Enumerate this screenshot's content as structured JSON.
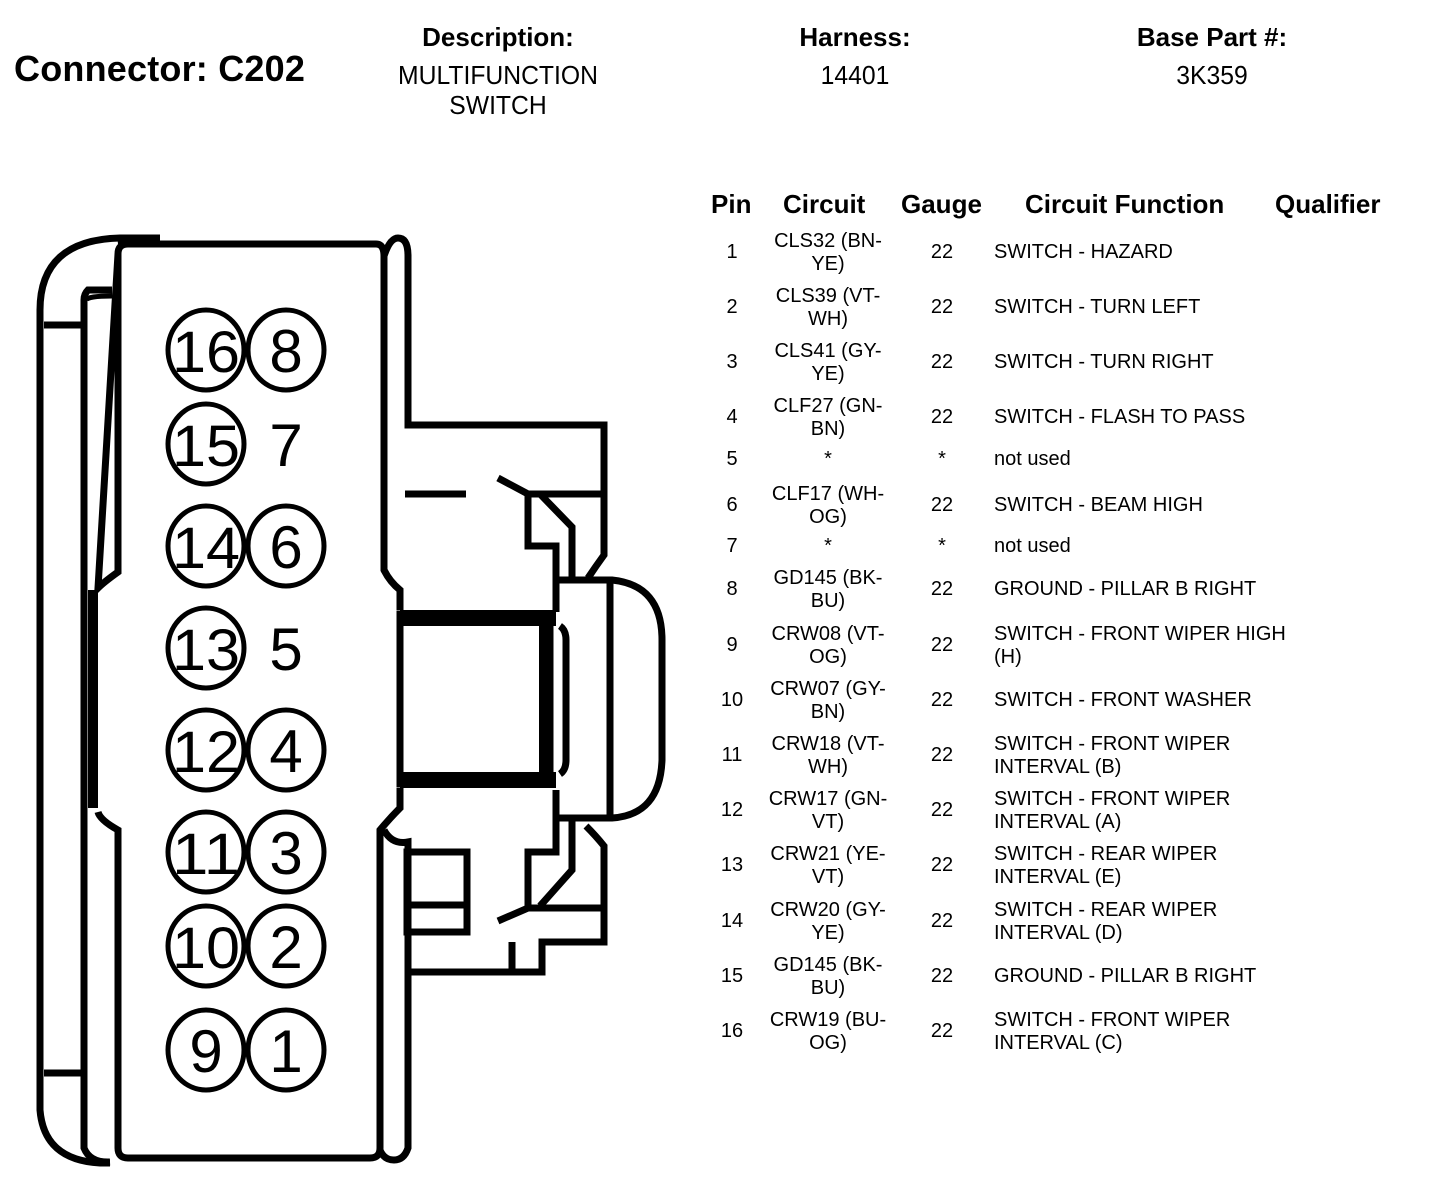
{
  "header": {
    "connector_title": "Connector: C202",
    "description_label": "Description:",
    "description_value": "MULTIFUNCTION SWITCH",
    "harness_label": "Harness:",
    "harness_value": "14401",
    "base_part_label": "Base Part #:",
    "base_part_value": "3K359"
  },
  "table": {
    "headers": {
      "pin": "Pin",
      "circuit": "Circuit",
      "gauge": "Gauge",
      "function": "Circuit Function",
      "qualifier": "Qualifier"
    },
    "rows": [
      {
        "pin": "1",
        "circuit": "CLS32 (BN-YE)",
        "gauge": "22",
        "function": "SWITCH - HAZARD",
        "qualifier": ""
      },
      {
        "pin": "2",
        "circuit": "CLS39 (VT-WH)",
        "gauge": "22",
        "function": "SWITCH - TURN LEFT",
        "qualifier": ""
      },
      {
        "pin": "3",
        "circuit": "CLS41 (GY-YE)",
        "gauge": "22",
        "function": "SWITCH - TURN RIGHT",
        "qualifier": ""
      },
      {
        "pin": "4",
        "circuit": "CLF27 (GN-BN)",
        "gauge": "22",
        "function": "SWITCH - FLASH TO PASS",
        "qualifier": ""
      },
      {
        "pin": "5",
        "circuit": "*",
        "gauge": "*",
        "function": "not used",
        "qualifier": ""
      },
      {
        "pin": "6",
        "circuit": "CLF17 (WH-OG)",
        "gauge": "22",
        "function": "SWITCH - BEAM HIGH",
        "qualifier": ""
      },
      {
        "pin": "7",
        "circuit": "*",
        "gauge": "*",
        "function": "not used",
        "qualifier": ""
      },
      {
        "pin": "8",
        "circuit": "GD145 (BK-BU)",
        "gauge": "22",
        "function": "GROUND - PILLAR B RIGHT",
        "qualifier": ""
      },
      {
        "pin": "9",
        "circuit": "CRW08 (VT-OG)",
        "gauge": "22",
        "function": "SWITCH - FRONT WIPER HIGH (H)",
        "qualifier": ""
      },
      {
        "pin": "10",
        "circuit": "CRW07 (GY-BN)",
        "gauge": "22",
        "function": "SWITCH - FRONT WASHER",
        "qualifier": ""
      },
      {
        "pin": "11",
        "circuit": "CRW18 (VT-WH)",
        "gauge": "22",
        "function": "SWITCH - FRONT WIPER INTERVAL (B)",
        "qualifier": ""
      },
      {
        "pin": "12",
        "circuit": "CRW17 (GN-VT)",
        "gauge": "22",
        "function": "SWITCH - FRONT WIPER INTERVAL (A)",
        "qualifier": ""
      },
      {
        "pin": "13",
        "circuit": "CRW21 (YE-VT)",
        "gauge": "22",
        "function": "SWITCH - REAR WIPER INTERVAL (E)",
        "qualifier": ""
      },
      {
        "pin": "14",
        "circuit": "CRW20 (GY-YE)",
        "gauge": "22",
        "function": "SWITCH - REAR WIPER INTERVAL (D)",
        "qualifier": ""
      },
      {
        "pin": "15",
        "circuit": "GD145 (BK-BU)",
        "gauge": "22",
        "function": "GROUND - PILLAR B RIGHT",
        "qualifier": ""
      },
      {
        "pin": "16",
        "circuit": "CRW19 (BU-OG)",
        "gauge": "22",
        "function": "SWITCH - FRONT WIPER INTERVAL (C)",
        "qualifier": ""
      }
    ]
  },
  "connector_face": {
    "cavities": [
      {
        "label": "16",
        "populated": true
      },
      {
        "label": "8",
        "populated": true
      },
      {
        "label": "15",
        "populated": true
      },
      {
        "label": "7",
        "populated": false
      },
      {
        "label": "14",
        "populated": true
      },
      {
        "label": "6",
        "populated": true
      },
      {
        "label": "13",
        "populated": true
      },
      {
        "label": "5",
        "populated": false
      },
      {
        "label": "12",
        "populated": true
      },
      {
        "label": "4",
        "populated": true
      },
      {
        "label": "11",
        "populated": true
      },
      {
        "label": "3",
        "populated": true
      },
      {
        "label": "10",
        "populated": true
      },
      {
        "label": "2",
        "populated": true
      },
      {
        "label": "9",
        "populated": true
      },
      {
        "label": "1",
        "populated": true
      }
    ]
  }
}
